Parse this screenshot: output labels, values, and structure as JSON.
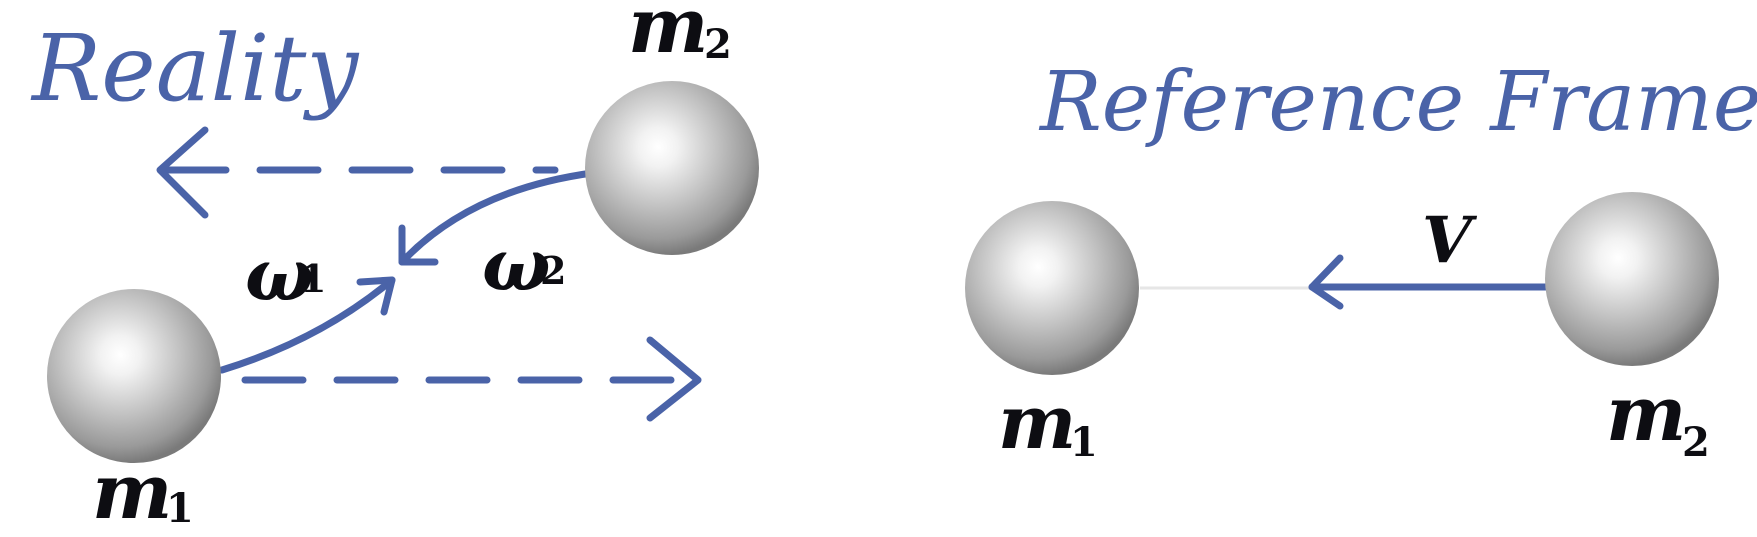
{
  "colors": {
    "ink_blue": "#4a63a8",
    "ink_black": "#0d0d12",
    "sphere_highlight": "#ffffff",
    "sphere_mid": "#bdbdbd",
    "sphere_shadow": "#6e6e6e"
  },
  "left_panel": {
    "title": "Reality",
    "mass_1": {
      "symbol": "m",
      "subscript": "1"
    },
    "mass_2": {
      "symbol": "m",
      "subscript": "2"
    },
    "omega_1": {
      "symbol": "ω",
      "subscript": "1"
    },
    "omega_2": {
      "symbol": "ω",
      "subscript": "2"
    }
  },
  "right_panel": {
    "title": "Reference Frame",
    "mass_1": {
      "symbol": "m",
      "subscript": "1"
    },
    "mass_2": {
      "symbol": "m",
      "subscript": "2"
    },
    "velocity_label": "V"
  }
}
